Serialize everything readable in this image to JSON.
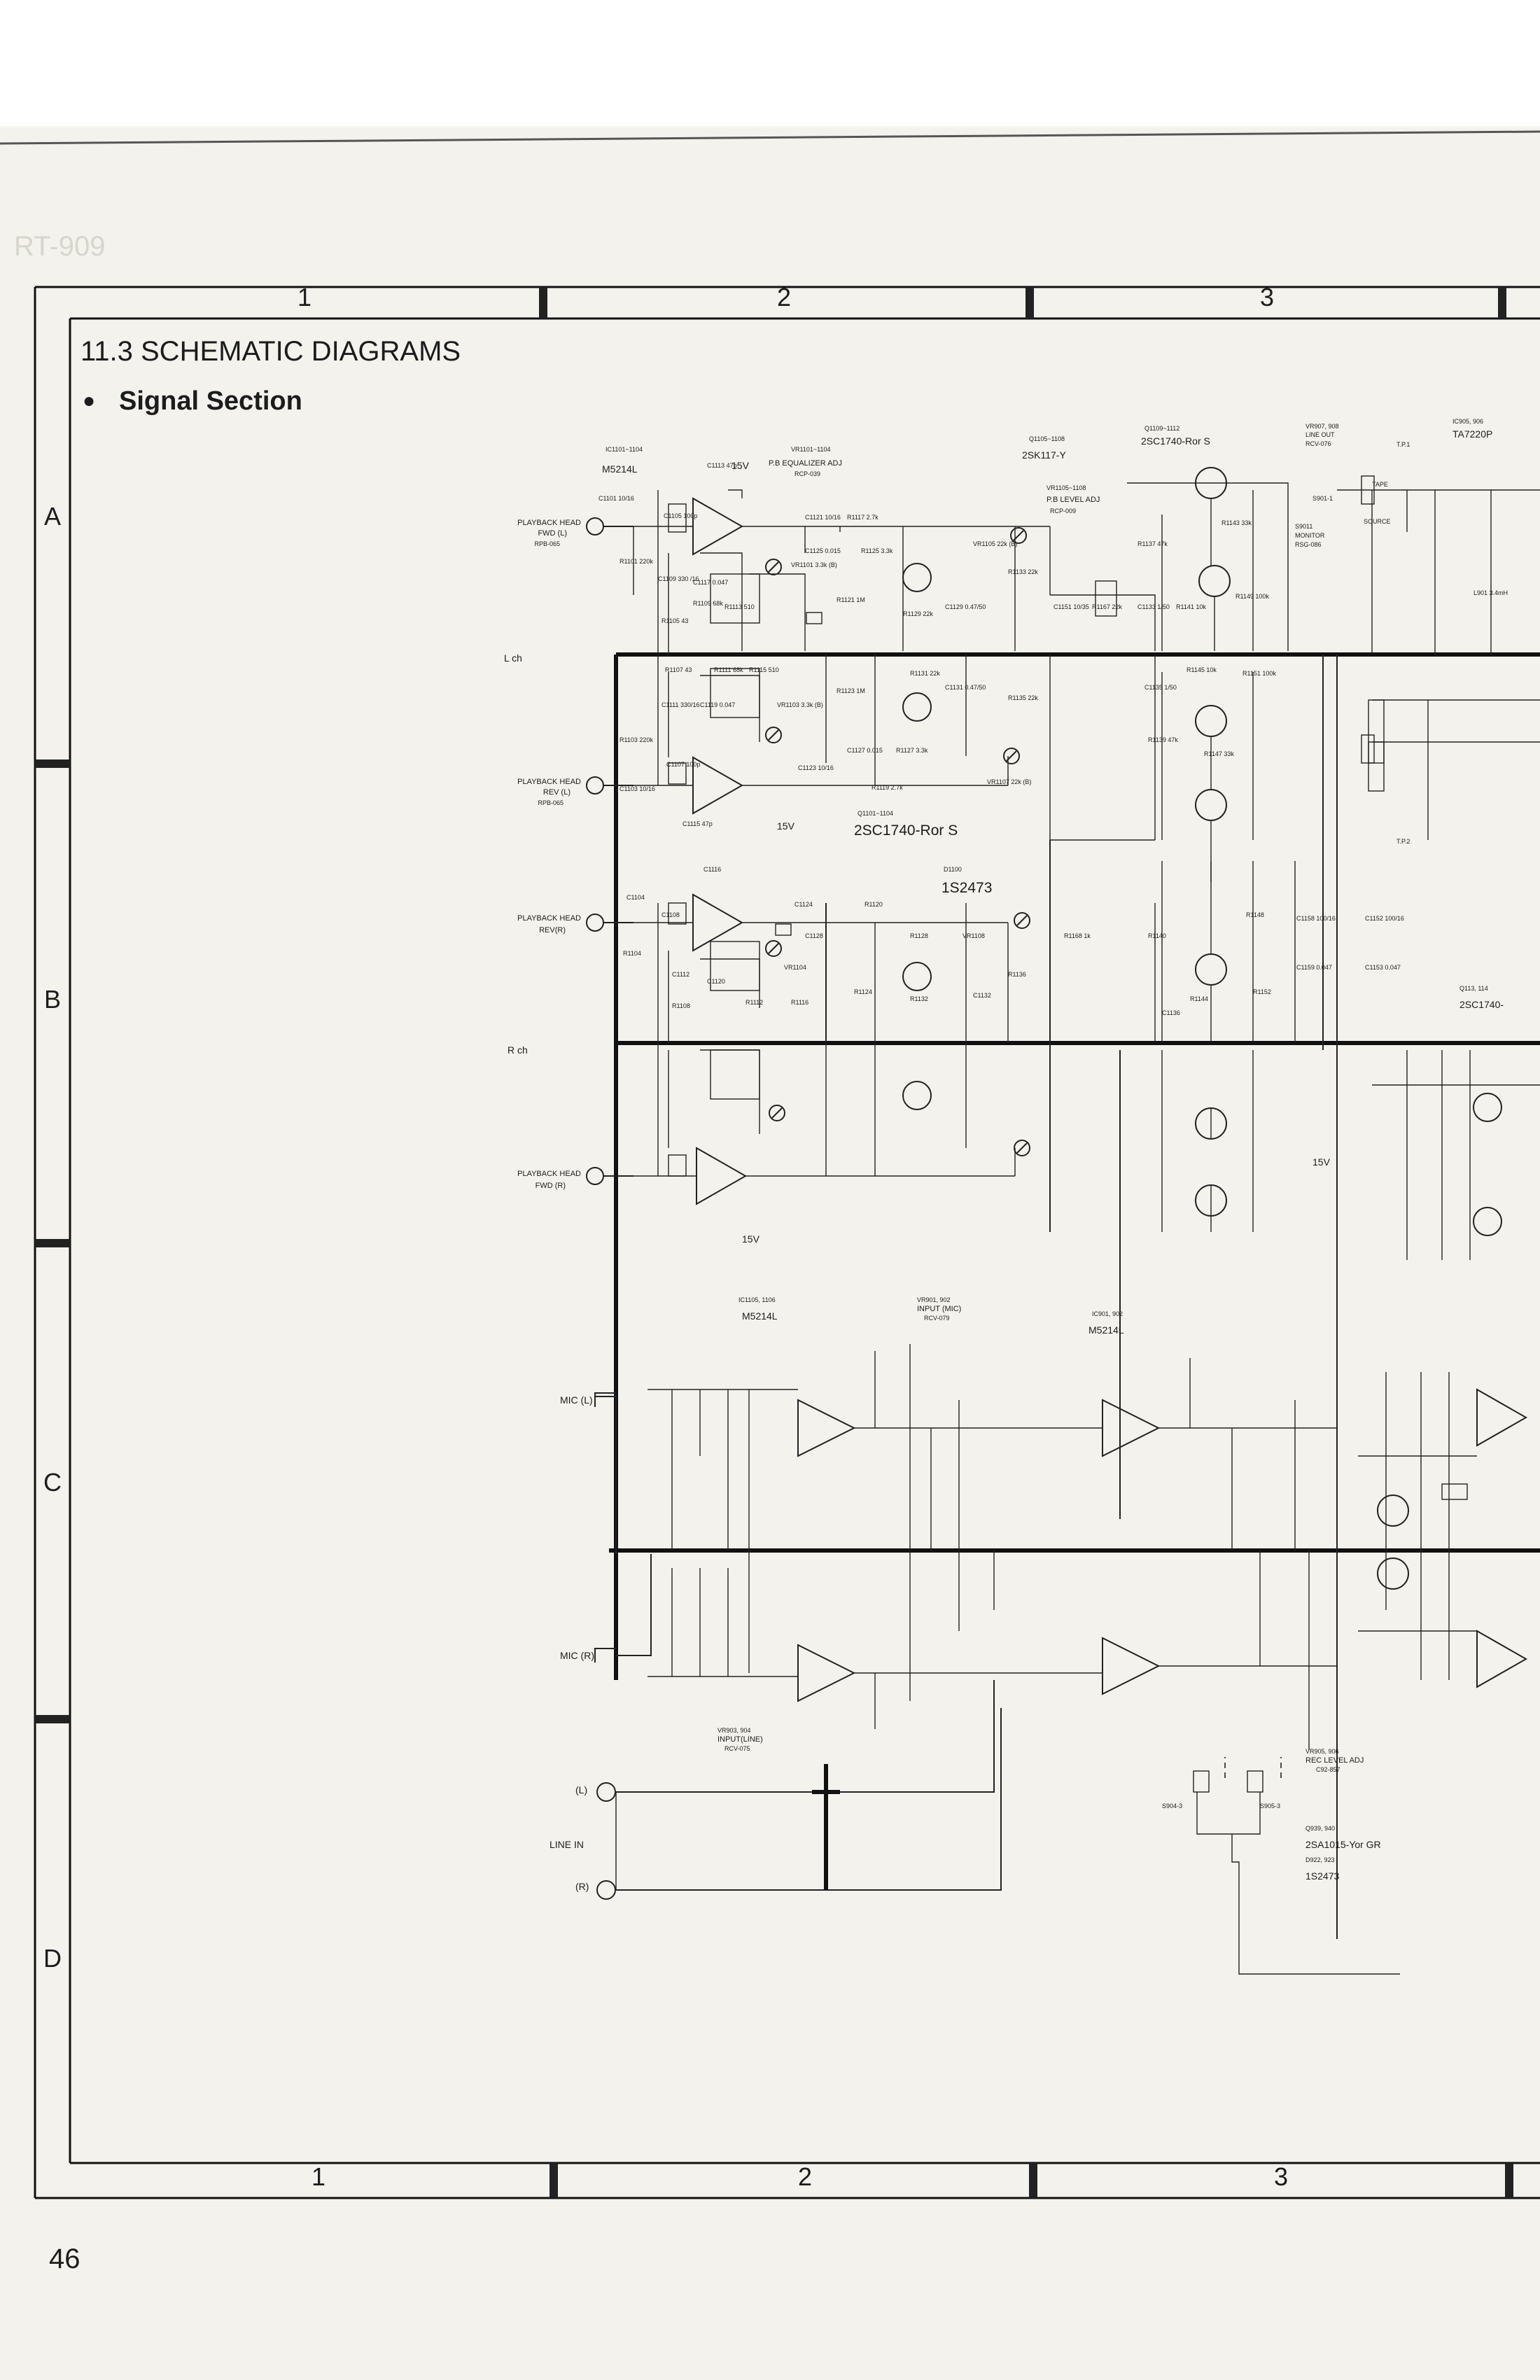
{
  "ghost_header": "RT-909",
  "page_number": "46",
  "column_markers": [
    "1",
    "2",
    "3"
  ],
  "row_markers": [
    "A",
    "B",
    "C",
    "D"
  ],
  "section_title": "11.3 SCHEMATIC DIAGRAMS",
  "subsection_title": "Signal Section",
  "bullet": "●",
  "channel_labels": {
    "left": "L ch",
    "right": "R ch"
  },
  "playback": {
    "ic_top": {
      "ref": "IC1101~1104",
      "part": "M5214L"
    },
    "heads": [
      {
        "line1": "PLAYBACK HEAD",
        "line2": "FWD (L)",
        "line3": "RPB-065"
      },
      {
        "line1": "PLAYBACK HEAD",
        "line2": "REV (L)",
        "line3": "RPB-065"
      },
      {
        "line1": "PLAYBACK HEAD",
        "line2": "REV(R)",
        "line3": ""
      },
      {
        "line1": "PLAYBACK HEAD",
        "line2": "FWD (R)",
        "line3": ""
      }
    ],
    "supply_15v_top": "15V",
    "eq_adj": {
      "ref": "VR1101~1104",
      "name": "P.B EQUALIZER ADJ",
      "part": "RCP-039"
    },
    "fet": {
      "ref": "Q1105~1108",
      "part": "2SK117-Y"
    },
    "tr_top": {
      "ref": "Q1109~1112",
      "part": "2SC1740-Ror S"
    },
    "level_adj": {
      "ref": "VR1105~1108",
      "name": "P.B LEVEL ADJ",
      "part": "RCP-009"
    },
    "tr_mid": {
      "ref": "Q1101~1104",
      "part": "2SC1740-Ror S"
    },
    "diode": {
      "ref": "D1100",
      "part": "1S2473"
    },
    "supply_15v_mid": "15V",
    "supply_15v_bottom": "15V",
    "supply_15v_right": "15V"
  },
  "output_block": {
    "vr_line_out": {
      "ref": "VR907, 908",
      "name": "LINE OUT",
      "part": "RCV-076"
    },
    "ic_out": {
      "ref": "IC905, 906",
      "part": "TA7220P"
    },
    "tp1": "T.P.1",
    "tp2": "T.P.2",
    "switch_tape": "TAPE",
    "switch_source": "SOURCE",
    "switch_ref": "S901-1",
    "monitor_switch": {
      "ref": "S9011",
      "name": "MONITOR",
      "part": "RSG-086"
    },
    "tr_right": {
      "ref": "Q113, 114",
      "part": "2SC1740-"
    },
    "coil": "L901 3.4mH"
  },
  "mic_section": {
    "ic": {
      "ref": "IC1105, 1106",
      "part": "M5214L"
    },
    "vr_input_mic": {
      "ref": "VR901, 902",
      "name": "INPUT (MIC)",
      "part": "RCV-079"
    },
    "ic_rec": {
      "ref": "IC901, 902",
      "part": "M5214L"
    },
    "mic_l": "MIC (L)",
    "mic_r": "MIC (R)",
    "vr_input_line": {
      "ref": "VR903, 904",
      "name": "INPUT(LINE)",
      "part": "RCV-075"
    },
    "line_in": {
      "label": "LINE IN",
      "l": "(L)",
      "r": "(R)"
    },
    "rec_level": {
      "ref": "VR905, 906",
      "name": "REC LEVEL ADJ",
      "part": "C92-857"
    },
    "tr_rec": {
      "ref": "Q939, 940",
      "part": "2SA1015-Yor GR"
    },
    "diode_rec": {
      "ref": "D922, 923",
      "part": "1S2473"
    },
    "switch_left": "S904-3",
    "switch_right": "S905-3"
  },
  "component_labels": {
    "C1101": "C1101 10/16",
    "C1105": "C1105 100p",
    "C1113": "C1113 47p",
    "R1101": "R1101 220k",
    "C1109": "C1109 330 /16",
    "C1117": "C1117 0.047",
    "R1109": "R1109 68k",
    "R1113": "R1113 510",
    "R1105": "R1105 43",
    "C1121": "C1121 10/16",
    "R1117": "R1117 2.7k",
    "C1125": "C1125 0.015",
    "R1125": "R1125 3.3k",
    "VR1101": "VR1101 3.3k (B)",
    "R1121": "R1121 1M",
    "R1129": "R1129 22k",
    "C1129": "C1129 0.47/50",
    "VR1105": "VR1105 22k (B)",
    "R1133": "R1133 22k",
    "C1151": "C1151 10/35",
    "R1167": "R1167 22k",
    "R1137": "R1137 47k",
    "R1143": "R1143 33k",
    "C1133": "C1133 1/50",
    "R1141": "R1141 10k",
    "R1149": "R1149 100k",
    "R1107": "R1107 43",
    "R1111": "R1111 68k",
    "R1115": "R1115 510",
    "C1111": "C1111 330/16",
    "C1119": "C1119 0.047",
    "VR1103": "VR1103 3.3k (B)",
    "R1123": "R1123 1M",
    "R1131": "R1131 22k",
    "C1131": "C1131 0.47/50",
    "R1135": "R1135 22k",
    "C1135": "C1135 1/50",
    "R1139": "R1139 47k",
    "R1145": "R1145 10k",
    "R1147": "R1147 33k",
    "R1151": "R1151 100k",
    "R1103": "R1103 220k",
    "C1107": "C1107 100p",
    "C1103": "C1103 10/16",
    "C1115": "C1115 47p",
    "C1123": "C1123 10/16",
    "C1127": "C1127 0.015",
    "R1127": "R1127 3.3k",
    "R1119": "R1119 2.7k",
    "VR1107": "VR1107 22k (B)",
    "C1104": "C1104",
    "C1108": "C1108",
    "C1116": "C1116",
    "R1104": "R1104",
    "C1112": "C1112",
    "C1120": "C1120",
    "R1108": "R1108",
    "C1124": "C1124",
    "R1120": "R1120",
    "C1128": "C1128",
    "R1128": "R1128",
    "VR1108": "VR1108",
    "R1168": "R1168 1k",
    "VR1104": "VR1104",
    "R1112": "R1112",
    "R1116": "R1116",
    "R1124": "R1124",
    "R1132": "R1132",
    "C1132": "C1132",
    "R1136": "R1136",
    "R1140": "R1140",
    "R1144": "R1144",
    "R1148": "R1148",
    "R1152": "R1152",
    "C1136": "C1136",
    "C1158": "C1158 100/16",
    "C1159": "C1159 0.047",
    "C1152": "C1152 100/16",
    "C1153": "C1153 0.047"
  }
}
